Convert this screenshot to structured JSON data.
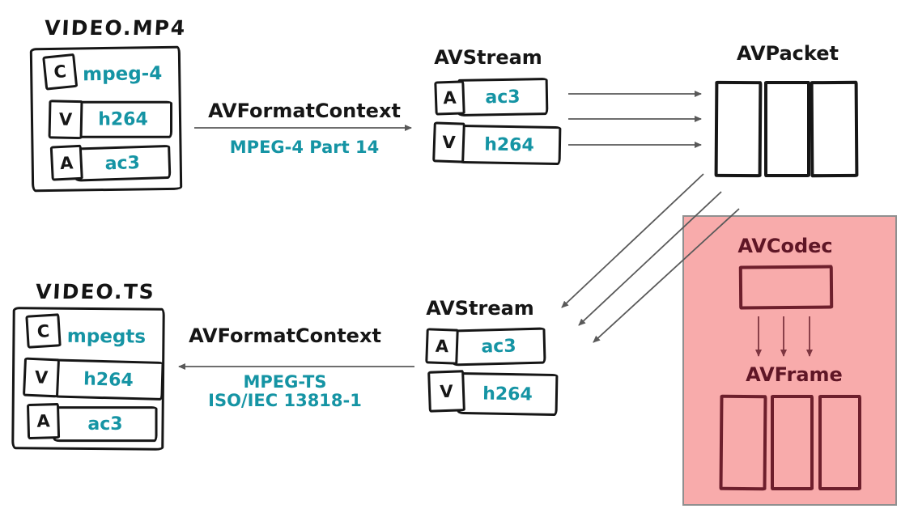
{
  "palette": {
    "teal": "#1594a4",
    "ink": "#161616",
    "arrow_gray": "#595959",
    "panel_bg": "#f8abab",
    "panel_border": "#8f8f8f",
    "maroon": "#5f1626",
    "maroon_stroke": "#6d1f2c",
    "maroon_arrow": "#7d3540"
  },
  "mp4_file": {
    "title": "VIDEO.MP4",
    "rows": [
      {
        "badge": "C",
        "label": "mpeg-4"
      },
      {
        "badge": "V",
        "label": "h264"
      },
      {
        "badge": "A",
        "label": "ac3"
      }
    ]
  },
  "demux": {
    "title": "AVFormatContext",
    "subtitle": "MPEG-4 Part 14"
  },
  "stream_in": {
    "title": "AVStream",
    "rows": [
      {
        "badge": "A",
        "label": "ac3"
      },
      {
        "badge": "V",
        "label": "h264"
      }
    ]
  },
  "packet": {
    "title": "AVPacket",
    "packet_count": 3
  },
  "codec_panel": {
    "codec_title": "AVCodec",
    "frame_title": "AVFrame",
    "frame_count": 3
  },
  "stream_out": {
    "title": "AVStream",
    "rows": [
      {
        "badge": "A",
        "label": "ac3"
      },
      {
        "badge": "V",
        "label": "h264"
      }
    ]
  },
  "mux": {
    "title": "AVFormatContext",
    "subtitle_lines": [
      "MPEG-TS",
      "ISO/IEC 13818-1"
    ]
  },
  "ts_file": {
    "title": "VIDEO.TS",
    "rows": [
      {
        "badge": "C",
        "label": "mpegts"
      },
      {
        "badge": "V",
        "label": "h264"
      },
      {
        "badge": "A",
        "label": "ac3"
      }
    ]
  }
}
